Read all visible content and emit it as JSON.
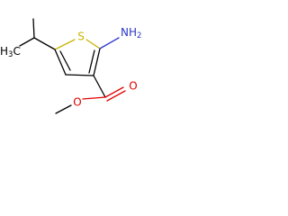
{
  "molecule": {
    "labels": {
      "sulfur": "S",
      "amine_main": "NH",
      "amine_sub": "2",
      "carbonyl_oxygen": "O",
      "ester_oxygen": "O",
      "methyl_left_main": "H",
      "methyl_left_sub": "3",
      "methyl_left_tail": "C"
    },
    "colors": {
      "bond": "#000000",
      "sulfur": "#c8b400",
      "nitrogen": "#2a35c8",
      "oxygen": "#e00000"
    }
  }
}
